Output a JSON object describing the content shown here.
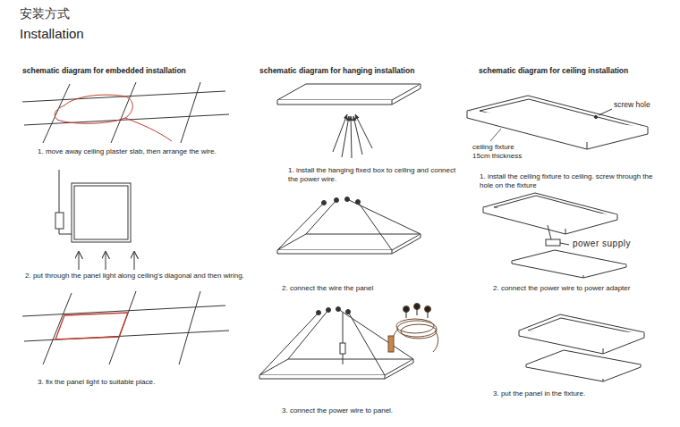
{
  "diagram": {
    "title": "安装方式",
    "labels": [
      "Installation",
      "schematic diagram for embedded installation",
      "1. move away ceiling plaster slab, then arrange the wire.",
      "2. put through the panel light along ceiling's diagonal and then wiring.",
      "3. fix the panel light to suitable place.",
      "schematic diagram for hanging installation",
      "1. install the hanging fixed box to ceiling and connect the power wire.",
      "2. connect the wire the panel",
      "3. connect the power wire to panel.",
      "schematic diagram for ceiling installation",
      "screw hole",
      "ceiling fixture 15cm thickness",
      "1. install the ceiling fixture to ceiling. screw through the hole on the fixture",
      "power supply",
      "2. connect the power wire to power adapter",
      "3. put the panel in the fixture."
    ]
  }
}
